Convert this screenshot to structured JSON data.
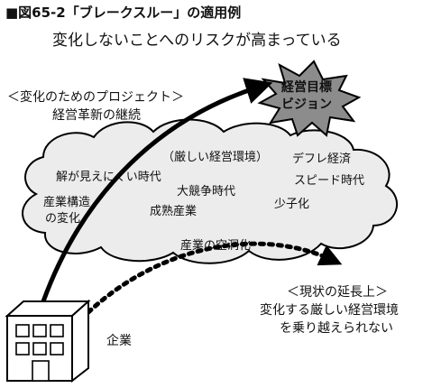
{
  "figure": {
    "title": "■図65-2「ブレークスルー」の適用例",
    "subtitle": "変化しないことへのリスクが高まっている"
  },
  "project": {
    "heading": "＜変化のためのプロジェクト＞",
    "caption": "経営革新の継続"
  },
  "goal": {
    "line1": "経営目標",
    "line2": "ビジョン"
  },
  "environment_factors": [
    "（厳しい経営環境）",
    "デフレ経済",
    "解が見えにくい時代",
    "スピード時代",
    "産業構造",
    "の変化",
    "大競争時代",
    "少子化",
    "成熟産業",
    "産業の空洞化"
  ],
  "status_quo": {
    "heading": "＜現状の延長上＞",
    "line1": "変化する厳しい経営環境",
    "line2": "を乗り越えられない"
  },
  "company": {
    "label": "企業"
  },
  "colors": {
    "ink": "#000000",
    "cloud_fill": "#ececec",
    "starburst_fill": "#8c8c8c",
    "background": "#ffffff"
  }
}
